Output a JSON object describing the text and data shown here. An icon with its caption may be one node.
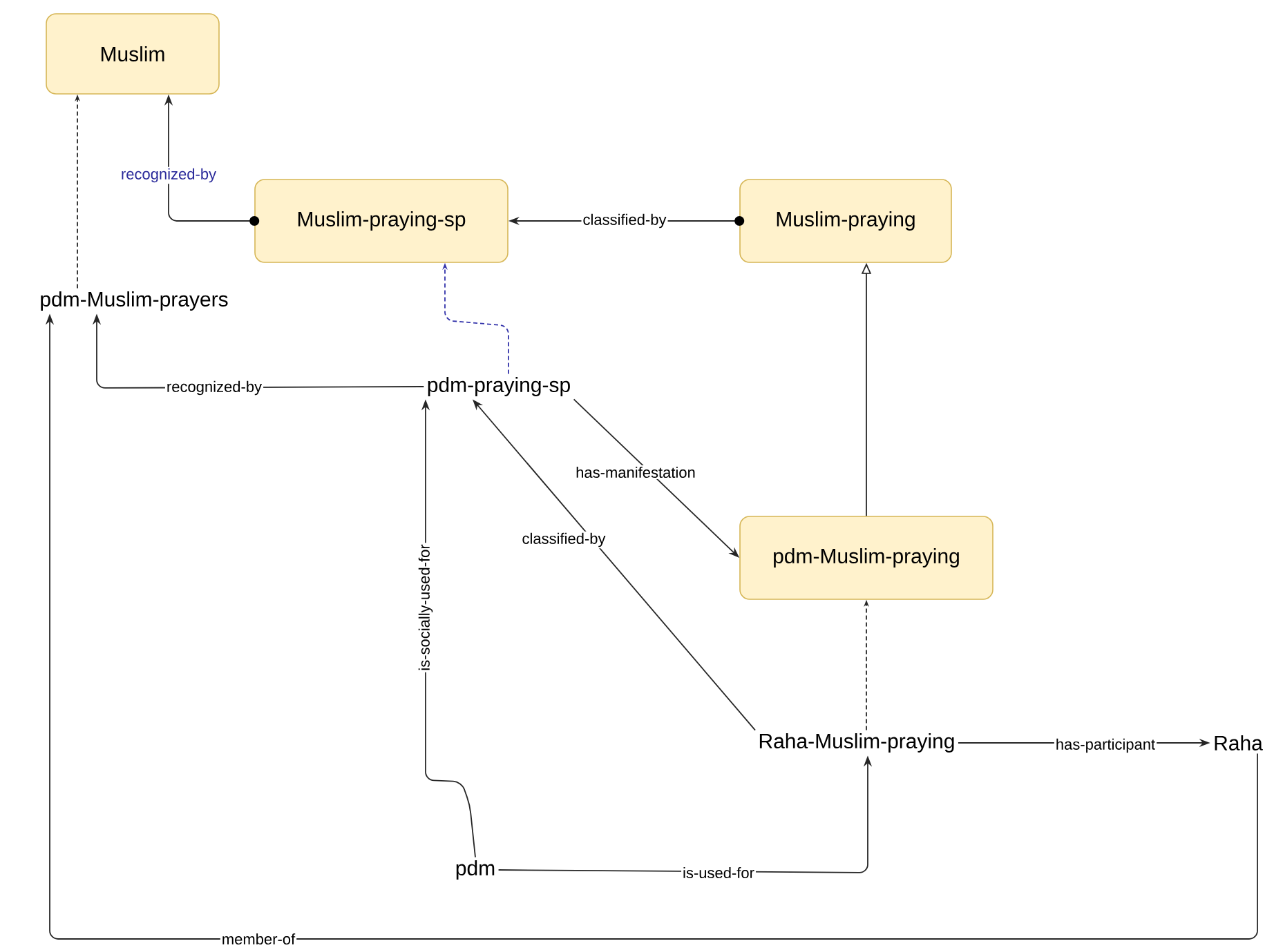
{
  "diagram": {
    "nodes": [
      {
        "text": [
          "Muslim"
        ]
      },
      {
        "text": [
          "Muslim-praying-sp"
        ]
      },
      {
        "text": [
          "Muslim-praying"
        ]
      },
      {
        "text": [
          "pdm-Muslim-prayers"
        ]
      },
      {
        "text": [
          "pdm-praying-sp"
        ]
      },
      {
        "text": [
          "pdm-Muslim-praying"
        ]
      },
      {
        "text": [
          "Raha-Muslim-praying"
        ]
      },
      {
        "text": [
          "Raha"
        ]
      },
      {
        "text": [
          "pdm"
        ]
      }
    ],
    "edges": [
      {
        "from": 1,
        "to": 0,
        "arrow": "to",
        "label": "recognized-by"
      },
      {
        "from": 2,
        "to": 1,
        "arrow": "to",
        "label": "classified-by"
      },
      {
        "from": 3,
        "to": 0,
        "arrow": "to",
        "style": "dashed"
      },
      {
        "from": 4,
        "to": 1,
        "arrow": "to",
        "style": "dashed",
        "color": "#3333aa"
      },
      {
        "from": 4,
        "to": 3,
        "arrow": "to",
        "label": "recognized-by"
      },
      {
        "from": 4,
        "to": 5,
        "arrow": "to",
        "label": "has-manifestation"
      },
      {
        "from": 6,
        "to": 4,
        "arrow": "to",
        "label": "classified-by"
      },
      {
        "from": 8,
        "to": 4,
        "arrow": "to",
        "label": "is-socially-used-for"
      },
      {
        "from": 5,
        "to": 2,
        "arrow": "to"
      },
      {
        "from": 6,
        "to": 5,
        "arrow": "to",
        "style": "dashed"
      },
      {
        "from": 6,
        "to": 7,
        "arrow": "to",
        "label": "has-participant"
      },
      {
        "from": 8,
        "to": 6,
        "arrow": "to",
        "label": "is-used-for"
      },
      {
        "from": 7,
        "to": 3,
        "arrow": "to",
        "label": "member-of"
      }
    ]
  }
}
